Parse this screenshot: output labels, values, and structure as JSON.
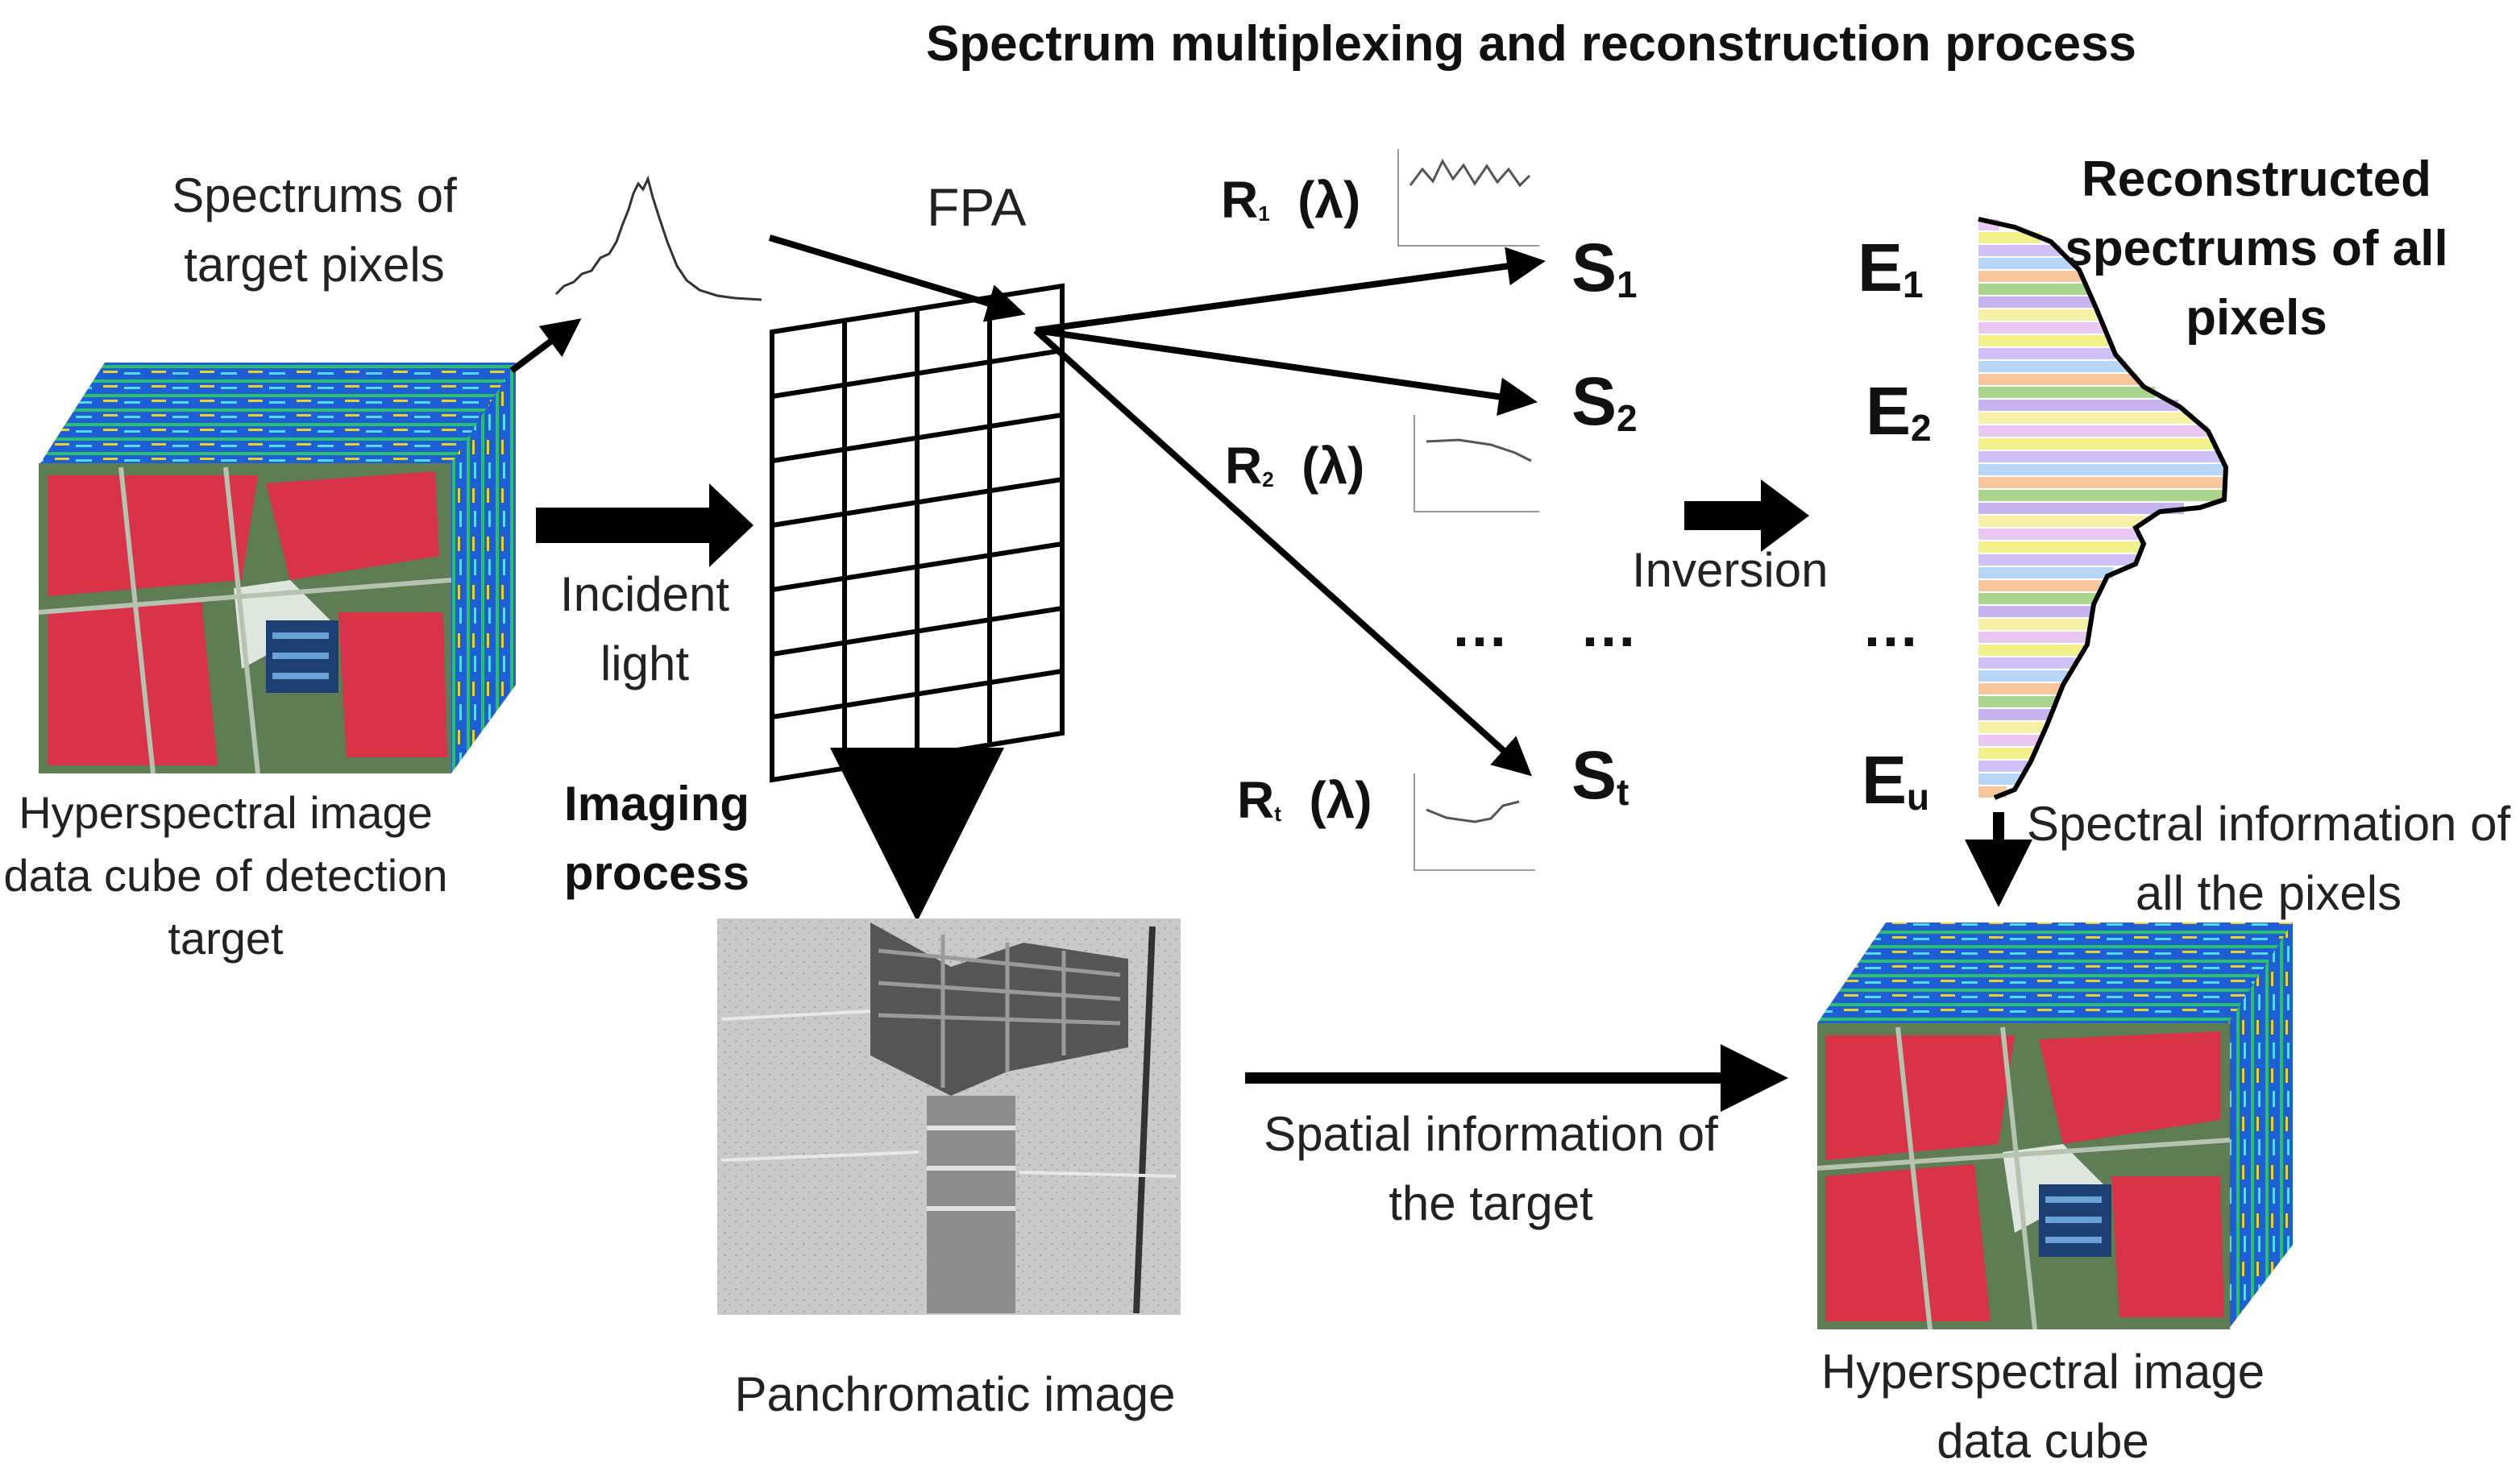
{
  "title": "Spectrum multiplexing and reconstruction process",
  "cube_left_label": "Hyperspectral image data cube of detection target",
  "spectrum_label": "Spectrums of target pixels",
  "incident_label": "Incident light",
  "fpa_label": "FPA",
  "imaging_label": "Imaging process",
  "pan_label": "Panchromatic image",
  "spatial_label": "Spatial information of the target",
  "inversion_label": "Inversion",
  "recon_label": "Reconstructed spectrums of all pixels",
  "spectral_info_label": "Spectral information of all the pixels",
  "cube_right_label": "Hyperspectral image data cube",
  "lambda": "(λ)",
  "ellipsis": "…",
  "responses": [
    {
      "letter": "R",
      "sub": "1"
    },
    {
      "letter": "R",
      "sub": "2"
    },
    {
      "letter": "R",
      "sub": "t"
    }
  ],
  "signals": [
    {
      "letter": "S",
      "sub": "1"
    },
    {
      "letter": "S",
      "sub": "2"
    },
    {
      "letter": "S",
      "sub": "t"
    }
  ],
  "energies": [
    {
      "letter": "E",
      "sub": "1"
    },
    {
      "letter": "E",
      "sub": "2"
    },
    {
      "letter": "E",
      "sub": "u"
    }
  ],
  "colors": {
    "arrow": "#000000",
    "field_red": "#d9334a",
    "field_green": "#5f7d55",
    "cube_blue": "#1f5fd6",
    "cube_green": "#2bbf6a",
    "cube_yellow": "#e8d12a",
    "stripe_palette": [
      "#e8c8f0",
      "#f2f08a",
      "#cfc1f5",
      "#b8d6f6",
      "#f7c89e",
      "#a9d58e",
      "#c7b3ee",
      "#f5f0a6"
    ]
  }
}
